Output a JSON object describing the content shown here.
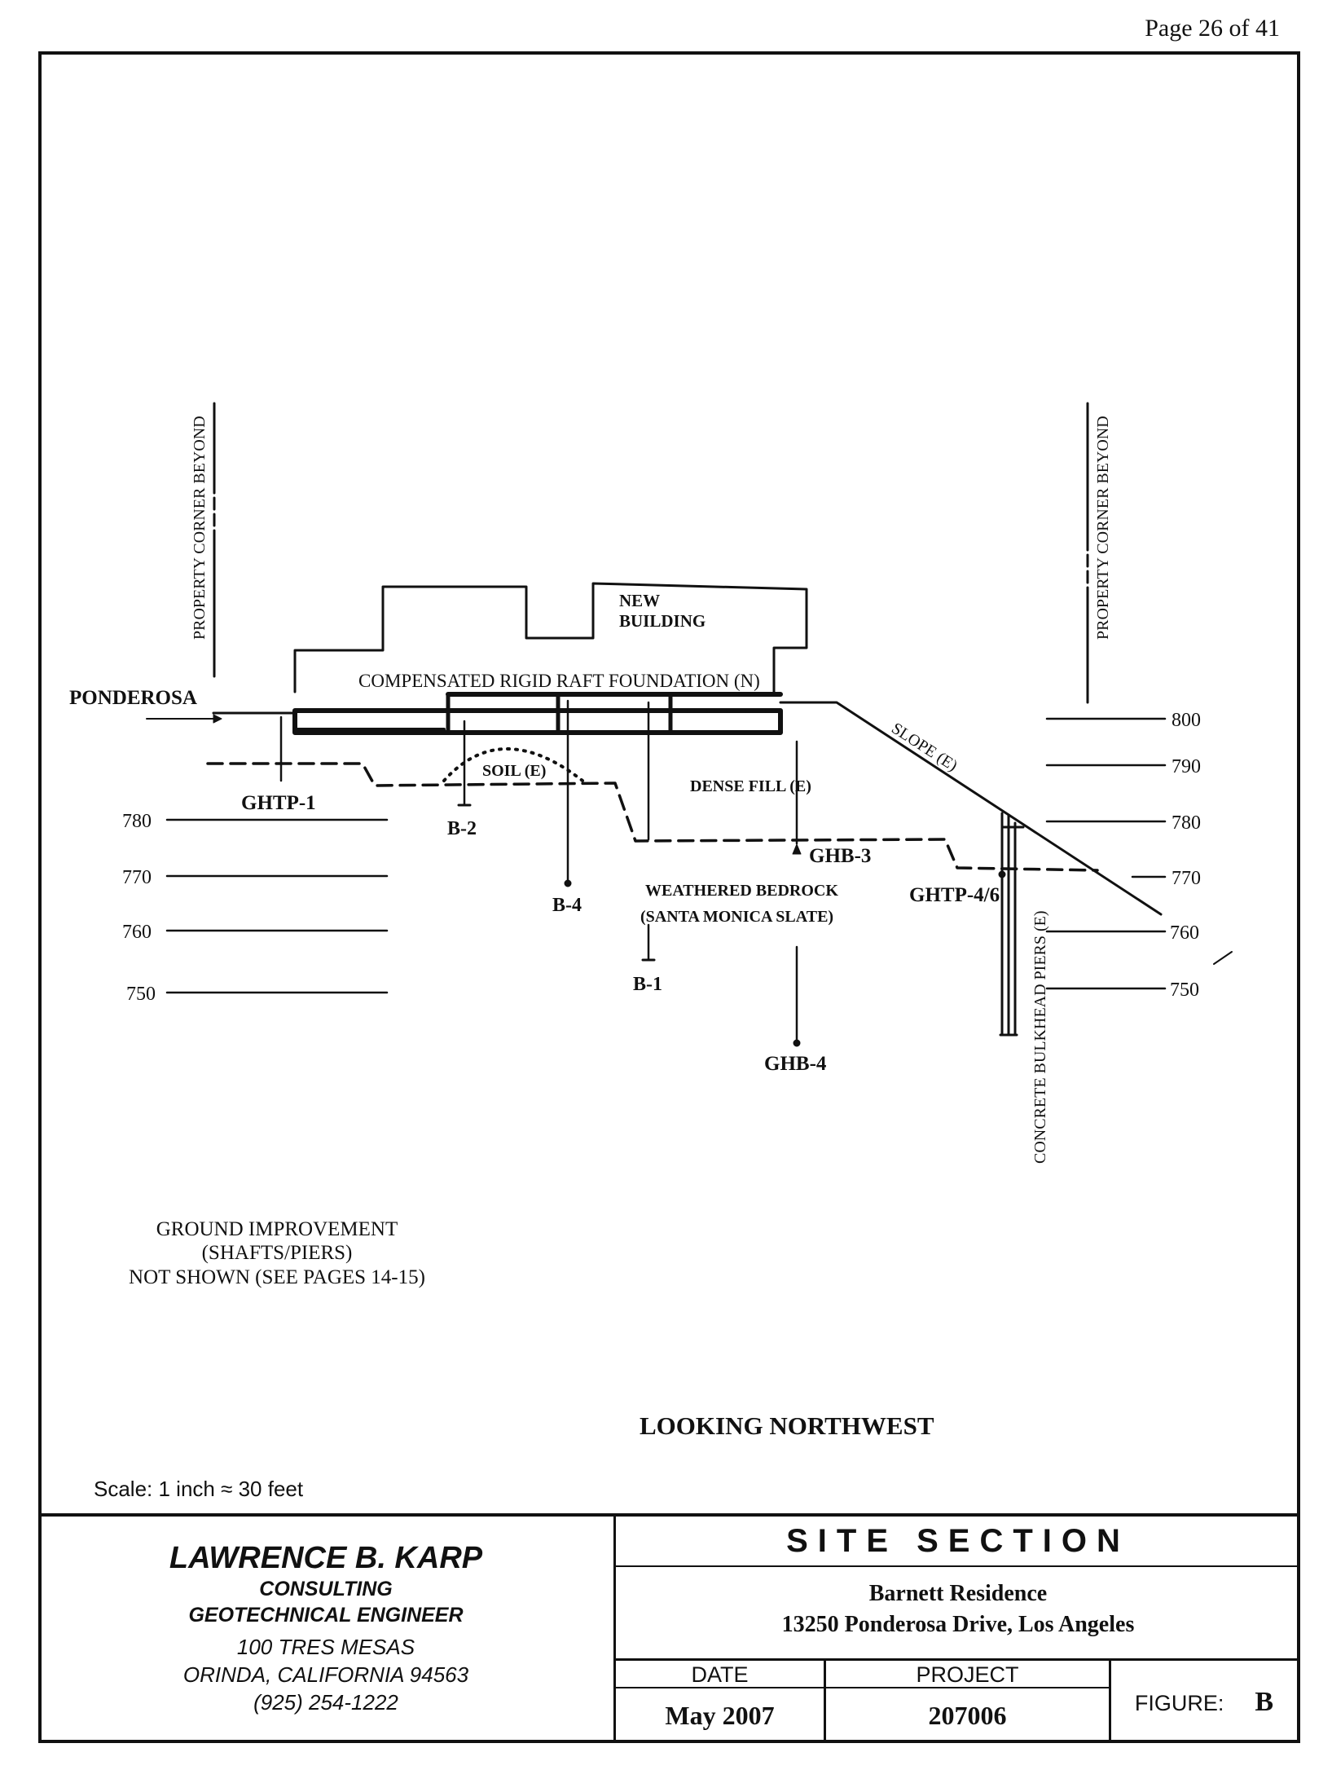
{
  "page_number": "Page 26 of 41",
  "section": {
    "new_building": [
      "NEW",
      "BUILDING"
    ],
    "foundation": "COMPENSATED RIGID RAFT FOUNDATION (N)",
    "street": "PONDEROSA",
    "property_corner_left": "PROPERTY CORNER BEYOND",
    "property_corner_right": "PROPERTY CORNER BEYOND",
    "soil": "SOIL (E)",
    "dense_fill": "DENSE FILL (E)",
    "bedrock": [
      "WEATHERED BEDROCK",
      "(SANTA MONICA SLATE)"
    ],
    "slope": "SLOPE (E)",
    "piers": "CONCRETE BULKHEAD PIERS (E)",
    "borings": {
      "ghtp1": "GHTP-1",
      "b2": "B-2",
      "b4": "B-4",
      "b1": "B-1",
      "ghb3": "GHB-3",
      "ghb4": "GHB-4",
      "ghtp46": "GHTP-4/6"
    },
    "elevations_left": [
      "780",
      "770",
      "760",
      "750"
    ],
    "elevations_right": [
      "800",
      "790",
      "780",
      "770",
      "760",
      "750"
    ],
    "note": [
      "GROUND IMPROVEMENT",
      "(SHAFTS/PIERS)",
      "NOT SHOWN (SEE PAGES 14-15)"
    ],
    "view": "LOOKING NORTHWEST",
    "scale": "Scale:  1 inch ≈ 30 feet"
  },
  "title_block": {
    "firm_name": "LAWRENCE B. KARP",
    "firm_line2": "CONSULTING",
    "firm_line3": "GEOTECHNICAL ENGINEER",
    "address1": "100 TRES MESAS",
    "address2": "ORINDA, CALIFORNIA 94563",
    "phone": "(925) 254-1222",
    "sheet_title": "SITE SECTION",
    "project_name": "Barnett Residence",
    "project_address": "13250 Ponderosa Drive, Los Angeles",
    "date_label": "DATE",
    "date_value": "May 2007",
    "project_label": "PROJECT",
    "project_value": "207006",
    "figure_label": "FIGURE:",
    "figure_value": "B"
  }
}
